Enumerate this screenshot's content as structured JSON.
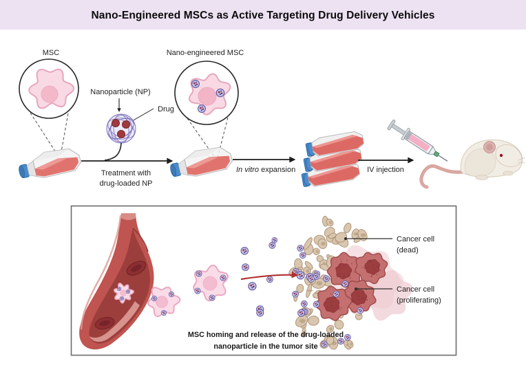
{
  "title": "Nano-Engineered MSCs as Active Targeting Drug Delivery Vehicles",
  "top_flow": {
    "msc_label": "MSC",
    "nano_msc_label": "Nano-engineered MSC",
    "nanoparticle_label": "Nanoparticle (NP)",
    "drug_label": "Drug",
    "step1_line1": "Treatment with",
    "step1_line2": "drug-loaded NP",
    "step2_italic": "In vitro",
    "step2_regular": " expansion",
    "step3_label": "IV injection"
  },
  "tumor_panel": {
    "cancer_dead_line1": "Cancer cell",
    "cancer_dead_line2": "(dead)",
    "cancer_proliferating_line1": "Cancer cell",
    "cancer_proliferating_line2": "(proliferating)",
    "caption_line1": "MSC homing and release of the drug-loaded",
    "caption_line2": "nanoparticle in the tumor site"
  },
  "colors": {
    "title_band": "#ece2f2",
    "msc_cell_fill": "#fadbe6",
    "msc_cell_stroke": "#ecaec4",
    "msc_nucleus": "#f5bdd1",
    "nanoparticle_purple": "#8d85c6",
    "drug_red": "#a03a3e",
    "flask_cap_blue": "#4a8ccd",
    "media_red": "#df6c67",
    "vessel_red": "#bf5450",
    "dead_cell_tan": "#d9c6af",
    "cancer_cell_red": "#c47070",
    "arrow_black": "#1c1c1c",
    "arrow_red": "#b22f2f"
  }
}
